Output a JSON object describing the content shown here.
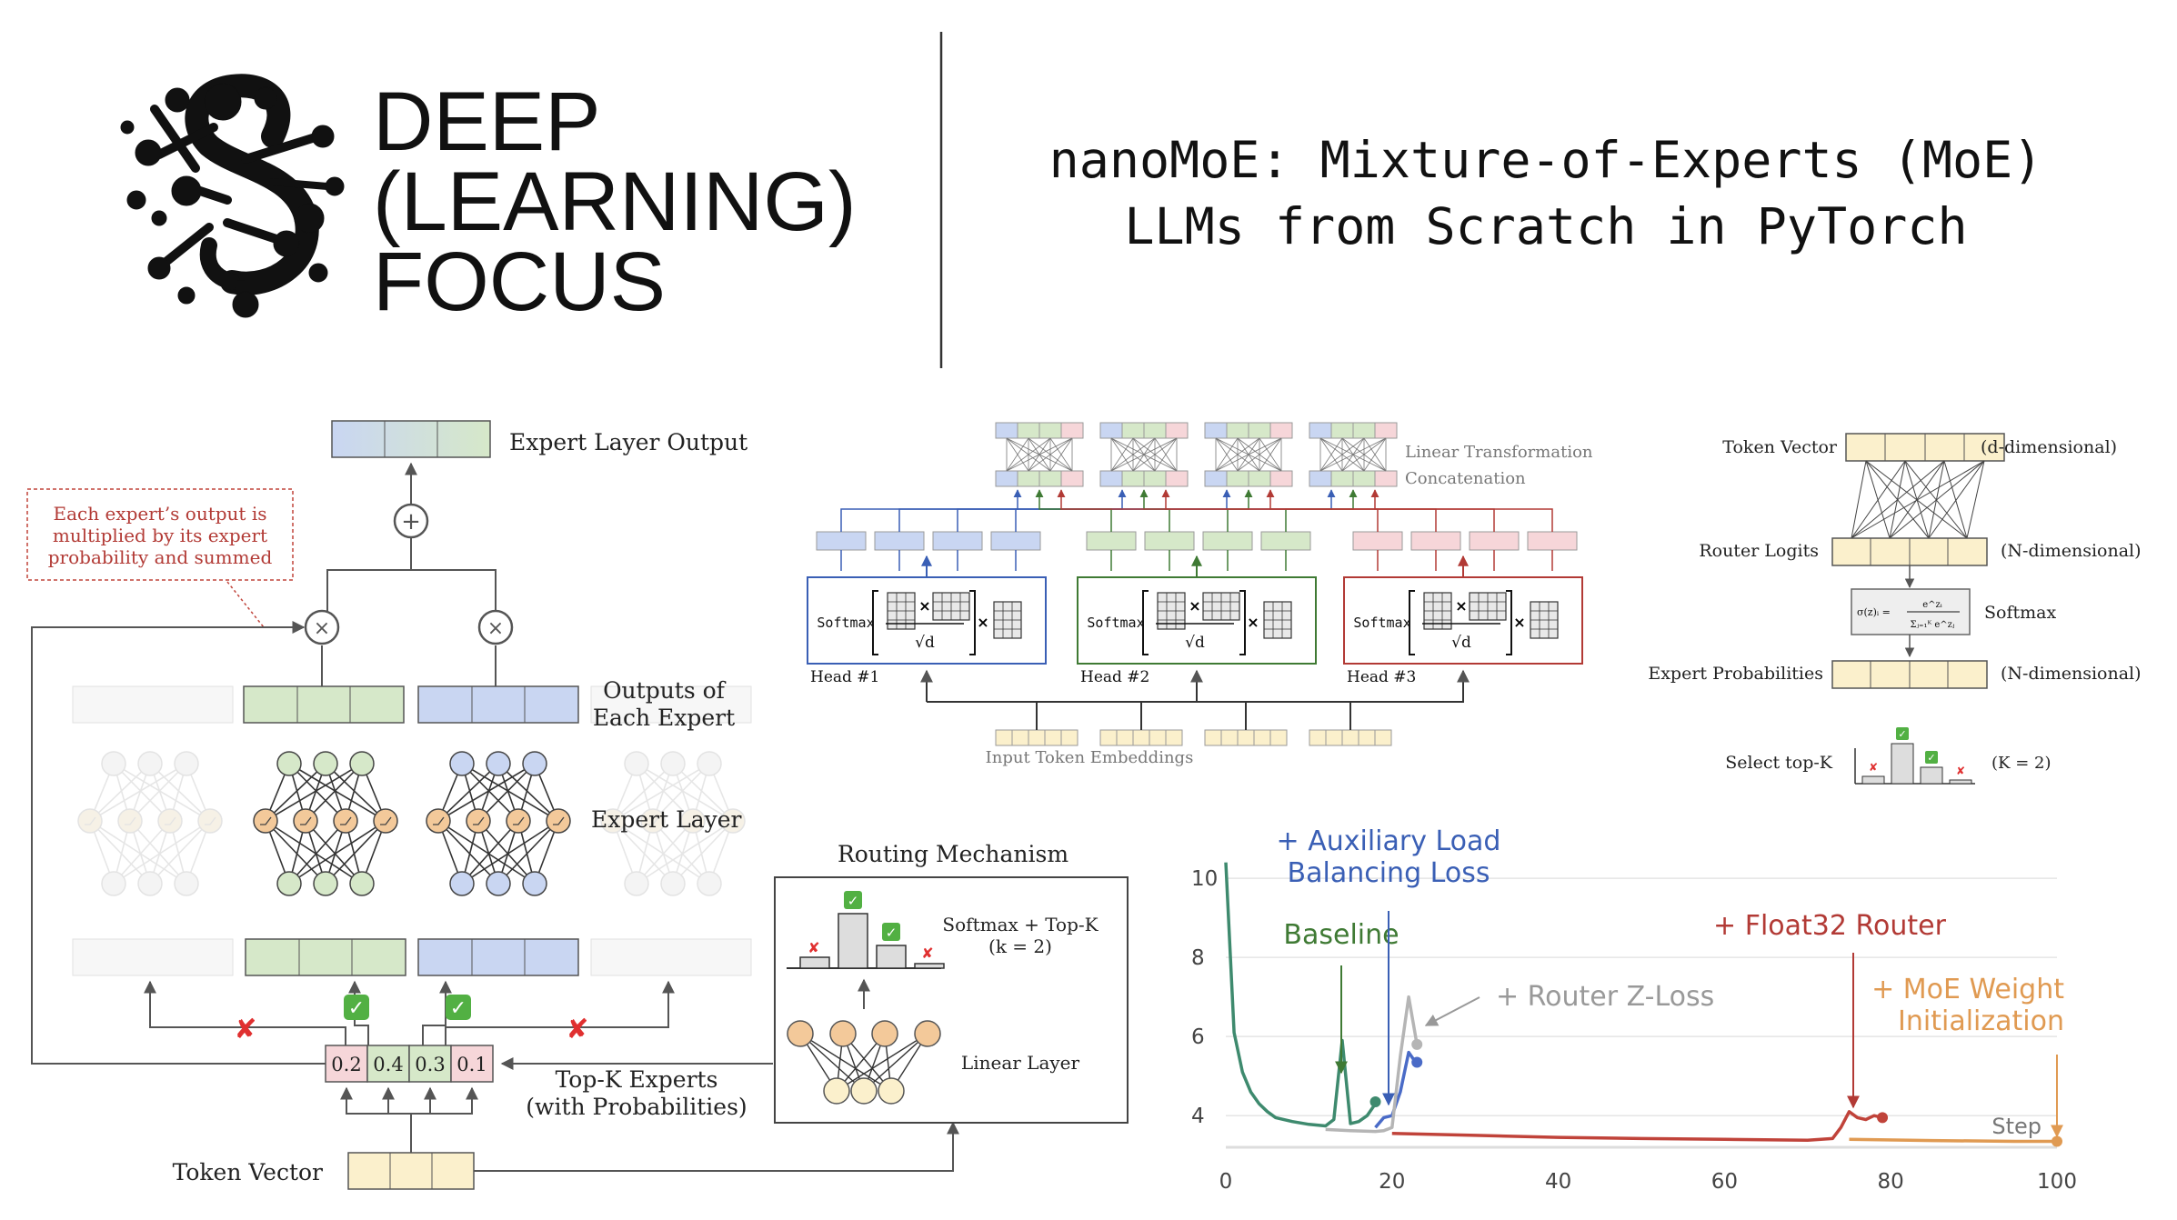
{
  "brand": {
    "lines": [
      "DEEP",
      "(LEARNING)",
      "FOCUS"
    ],
    "logo_icon": "neural-network-s-logo"
  },
  "title": {
    "line1": "nanoMoE: Mixture-of-Experts (MoE)",
    "line2": "LLMs from Scratch in PyTorch"
  },
  "moe_layer": {
    "expert_layer_output": "Expert Layer Output",
    "annotation": [
      "Each expert’s output is",
      "multiplied by its expert",
      "probability and summed"
    ],
    "outputs_of_each_expert": [
      "Outputs of",
      "Each Expert"
    ],
    "expert_layer": "Expert Layer",
    "routing_mechanism": "Routing Mechanism",
    "softmax_topk": [
      "Softmax + Top-K",
      "(k = 2)"
    ],
    "linear_layer": "Linear Layer",
    "topk_experts": [
      "Top-K Experts",
      "(with Probabilities)"
    ],
    "token_vector": "Token Vector",
    "probabilities": [
      "0.2",
      "0.4",
      "0.3",
      "0.1"
    ],
    "selected": [
      false,
      true,
      true,
      false
    ],
    "colors": {
      "green": "#d6e8c9",
      "blue": "#c9d6f2",
      "pink": "#f6d6d9",
      "yellow": "#fbf0cc",
      "orange": "#f3c99a"
    }
  },
  "attention": {
    "linear_transformation": "Linear Transformation",
    "concatenation": "Concatenation",
    "softmax": "Softmax",
    "sqrt_d": "√d",
    "heads": [
      {
        "label": "Head #1",
        "color": "#3a5fb5"
      },
      {
        "label": "Head #2",
        "color": "#3f7a34"
      },
      {
        "label": "Head #3",
        "color": "#b23a35"
      }
    ],
    "input_token_embeddings": "Input Token Embeddings"
  },
  "router": {
    "token_vector": "Token Vector",
    "d_dim": "(d-dimensional)",
    "router_logits": "Router Logits",
    "n_dim_1": "(N-dimensional)",
    "softmax": "Softmax",
    "formula_lhs": "σ(z)ᵢ =",
    "formula_num": "e^zᵢ",
    "formula_den": "Σⱼ₌₁ᴷ e^zⱼ",
    "expert_probabilities": "Expert Probabilities",
    "n_dim_2": "(N-dimensional)",
    "select_topk": "Select top-K",
    "k_eq": "(K = 2)"
  },
  "chart_data": {
    "type": "line",
    "x_ticks": [
      "0",
      "20",
      "40",
      "60",
      "80",
      "100"
    ],
    "y_ticks": [
      "4",
      "6",
      "8",
      "10"
    ],
    "xlim": [
      0,
      100
    ],
    "ylim": [
      3.2,
      10.6
    ],
    "xlabel": "Step",
    "series": [
      {
        "name": "Baseline",
        "color": "#3e8a6e",
        "points": [
          [
            0,
            10.4
          ],
          [
            1,
            6.1
          ],
          [
            2,
            5.1
          ],
          [
            3,
            4.6
          ],
          [
            4,
            4.3
          ],
          [
            5,
            4.1
          ],
          [
            6,
            3.95
          ],
          [
            8,
            3.85
          ],
          [
            10,
            3.78
          ],
          [
            12,
            3.74
          ],
          [
            13,
            3.9
          ],
          [
            14,
            5.9
          ],
          [
            15,
            3.8
          ],
          [
            16,
            3.85
          ],
          [
            17,
            4.0
          ],
          [
            18,
            4.3
          ]
        ],
        "end": [
          18,
          4.35
        ]
      },
      {
        "name": "+ Auxiliary Load Balancing Loss",
        "color": "#4a6bc7",
        "points": [
          [
            18,
            3.7
          ],
          [
            19,
            3.95
          ],
          [
            20,
            4.0
          ],
          [
            21,
            4.6
          ],
          [
            22,
            5.6
          ],
          [
            23,
            5.3
          ]
        ],
        "end": [
          23,
          5.35
        ]
      },
      {
        "name": "+ Router Z-Loss",
        "color": "#b5b5b5",
        "points": [
          [
            12,
            3.65
          ],
          [
            15,
            3.62
          ],
          [
            18,
            3.6
          ],
          [
            19,
            3.62
          ],
          [
            20,
            3.7
          ],
          [
            21,
            5.5
          ],
          [
            22,
            7.0
          ],
          [
            23,
            5.8
          ]
        ],
        "end": [
          23,
          5.8
        ]
      },
      {
        "name": "+ Float32 Router",
        "color": "#c0433a",
        "points": [
          [
            20,
            3.55
          ],
          [
            30,
            3.5
          ],
          [
            40,
            3.45
          ],
          [
            50,
            3.42
          ],
          [
            60,
            3.4
          ],
          [
            70,
            3.38
          ],
          [
            73,
            3.42
          ],
          [
            74,
            3.7
          ],
          [
            75,
            4.1
          ],
          [
            76,
            3.95
          ],
          [
            77,
            3.9
          ],
          [
            78,
            4.0
          ],
          [
            79,
            3.95
          ]
        ],
        "end": [
          79,
          3.95
        ]
      },
      {
        "name": "+ MoE Weight Initialization",
        "color": "#e09a52",
        "points": [
          [
            75,
            3.4
          ],
          [
            85,
            3.37
          ],
          [
            95,
            3.35
          ],
          [
            100,
            3.35
          ]
        ],
        "end": [
          100,
          3.35
        ]
      }
    ],
    "annotations": [
      {
        "text": [
          "Baseline"
        ],
        "color": "#3f7a34"
      },
      {
        "text": [
          "+ Auxiliary Load",
          "Balancing Loss"
        ],
        "color": "#3a5fb5"
      },
      {
        "text": [
          "+ Router Z-Loss"
        ],
        "color": "#999999"
      },
      {
        "text": [
          "+ Float32 Router"
        ],
        "color": "#b23a35"
      },
      {
        "text": [
          "+ MoE Weight",
          "Initialization"
        ],
        "color": "#e09a52"
      }
    ]
  }
}
